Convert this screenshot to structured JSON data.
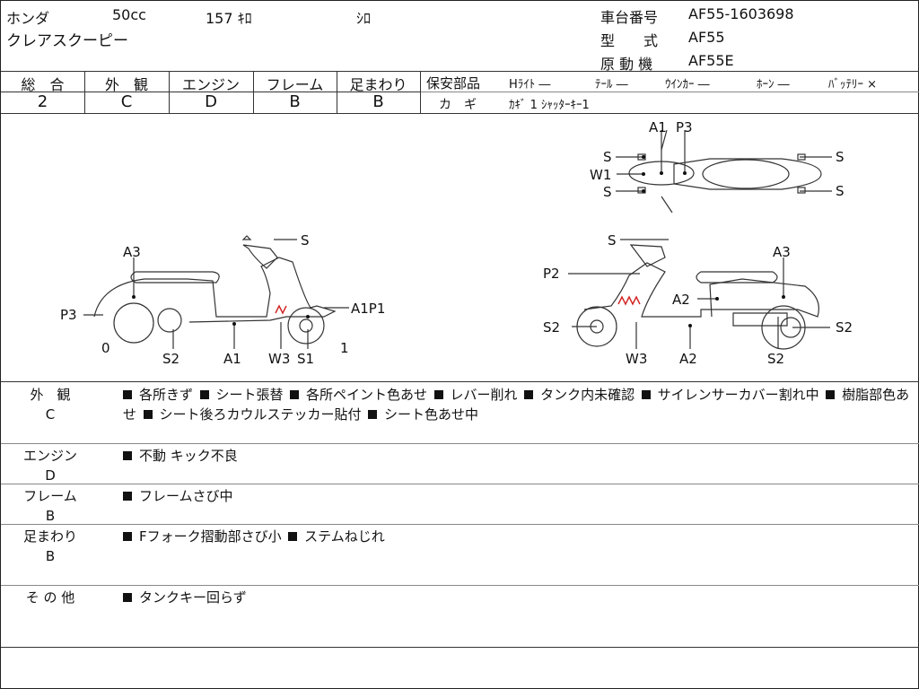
{
  "header": {
    "maker": "ホンダ",
    "displacement": "50cc",
    "mileage": "157 ｷﾛ",
    "color": "ｼﾛ",
    "model_name": "クレアスクーピー",
    "chassis_label": "車台番号",
    "chassis_value": "AF55-1603698",
    "type_label": "型　　式",
    "type_value": "AF55",
    "engine_label": "原 動 機",
    "engine_value": "AF55E"
  },
  "grades": [
    {
      "label": "総　合",
      "value": "2"
    },
    {
      "label": "外　観",
      "value": "C"
    },
    {
      "label": "エンジン",
      "value": "D"
    },
    {
      "label": "フレーム",
      "value": "B"
    },
    {
      "label": "足まわり",
      "value": "B"
    }
  ],
  "safety": {
    "label": "保安部品",
    "items": [
      {
        "name": "Hﾗｲﾄ",
        "status": "―"
      },
      {
        "name": "ﾃｰﾙ",
        "status": "―"
      },
      {
        "name": "ｳｲﾝｶｰ",
        "status": "―"
      },
      {
        "name": "ﾎｰﾝ",
        "status": "―"
      },
      {
        "name": "ﾊﾞｯﾃﾘｰ",
        "status": "×"
      }
    ],
    "key_label": "カ　ギ",
    "key_value": "ｶｷﾞ 1 ｼｬｯﾀｰｷｰ1"
  },
  "diagram_marks": {
    "top": [
      "A1",
      "P3",
      "S",
      "W1",
      "S",
      "S",
      "S"
    ],
    "left": [
      "S",
      "A3",
      "P3",
      "0",
      "A1P1",
      "S2",
      "A1",
      "W3",
      "S1",
      "1"
    ],
    "right": [
      "S",
      "A3",
      "P2",
      "A2",
      "S2",
      "S2",
      "W3",
      "A2",
      "S2"
    ]
  },
  "sections": [
    {
      "name": "外　観",
      "grade": "C",
      "notes": [
        "各所きず",
        "シート張替",
        "各所ペイント色あせ",
        "レバー削れ",
        "タンク内未確認",
        "サイレンサーカバー割れ中",
        "樹脂部色あせ",
        "シート後ろカウルステッカー貼付",
        "シート色あせ中"
      ]
    },
    {
      "name": "エンジン",
      "grade": "D",
      "notes": [
        "不動 キック不良"
      ]
    },
    {
      "name": "フレーム",
      "grade": "B",
      "notes": [
        "フレームさび中"
      ]
    },
    {
      "name": "足まわり",
      "grade": "B",
      "notes": [
        "Fフォーク摺動部さび小",
        "ステムねじれ"
      ]
    },
    {
      "name": "そ の 他",
      "grade": "",
      "notes": [
        "タンクキー回らず"
      ]
    }
  ],
  "colors": {
    "damage_mark": "#d22222",
    "line": "#333333"
  }
}
